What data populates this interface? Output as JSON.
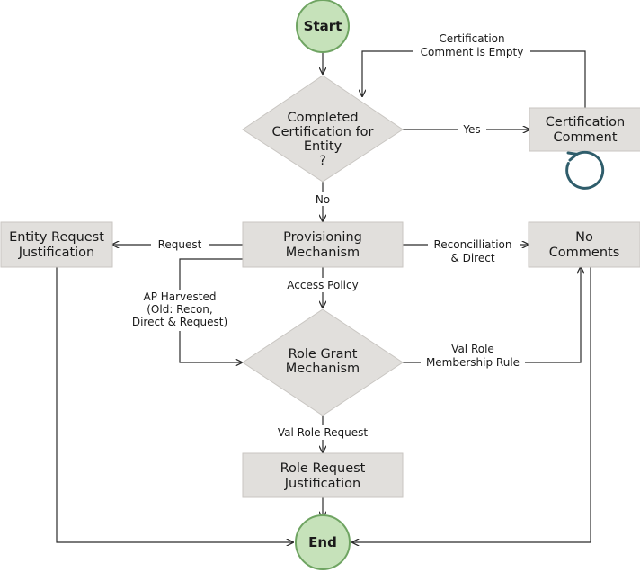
{
  "nodes": {
    "start": "Start",
    "end": "End",
    "completed_certification": [
      "Completed",
      "Certification for",
      "Entity",
      "?"
    ],
    "certification_comment": [
      "Certification",
      "Comment"
    ],
    "provisioning_mechanism": [
      "Provisioning",
      "Mechanism"
    ],
    "entity_request_justification": [
      "Entity Request",
      "Justification"
    ],
    "no_comments": [
      "No",
      "Comments"
    ],
    "role_grant_mechanism": [
      "Role  Grant",
      "Mechanism"
    ],
    "role_request_justification": [
      "Role Request",
      "Justification"
    ]
  },
  "edges": {
    "comment_empty": [
      "Certification",
      "Comment is Empty"
    ],
    "yes": "Yes",
    "no": "No",
    "request": "Request",
    "reconciliation": [
      "Reconcilliation",
      "& Direct"
    ],
    "access_policy": "Access Policy",
    "ap_harvested": [
      "AP Harvested",
      "(Old: Recon,",
      "Direct & Request)"
    ],
    "val_role_membership": [
      "Val Role",
      "Membership Rule"
    ],
    "val_role_request": "Val Role Request"
  },
  "colors": {
    "process_fill": "#e1dfdc",
    "terminal_fill": "#c6e2ba",
    "terminal_stroke": "#6fa462",
    "loop_icon": "#2f5d6b"
  }
}
